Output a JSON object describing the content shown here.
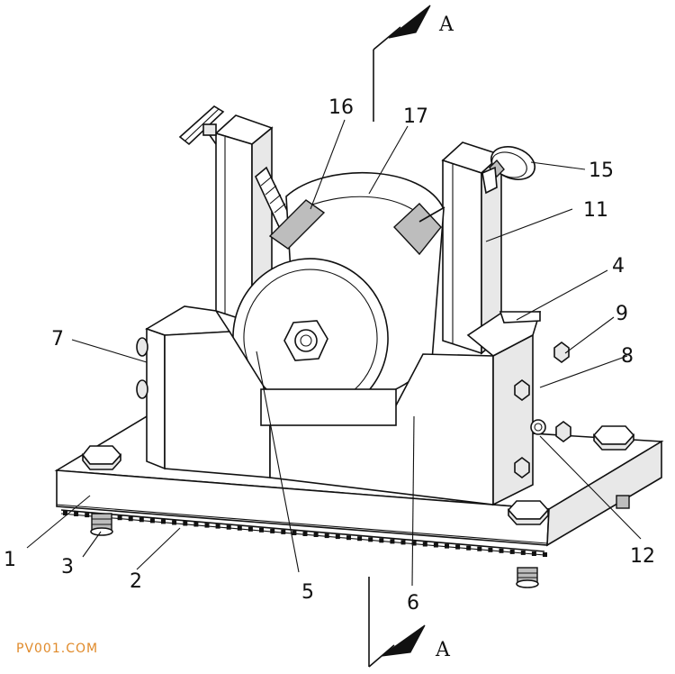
{
  "section": {
    "label_top": "A",
    "label_bottom": "A"
  },
  "callouts": {
    "c1": "1",
    "c2": "2",
    "c3": "3",
    "c4": "4",
    "c5": "5",
    "c6": "6",
    "c7": "7",
    "c8": "8",
    "c9": "9",
    "c11": "11",
    "c12": "12",
    "c15": "15",
    "c16": "16",
    "c17": "17"
  },
  "watermark": "PV001.COM",
  "colors": {
    "line": "#111111",
    "shade": "#e8e8e8",
    "dark": "#bdbdbd",
    "watermark": "#e08a2a"
  }
}
